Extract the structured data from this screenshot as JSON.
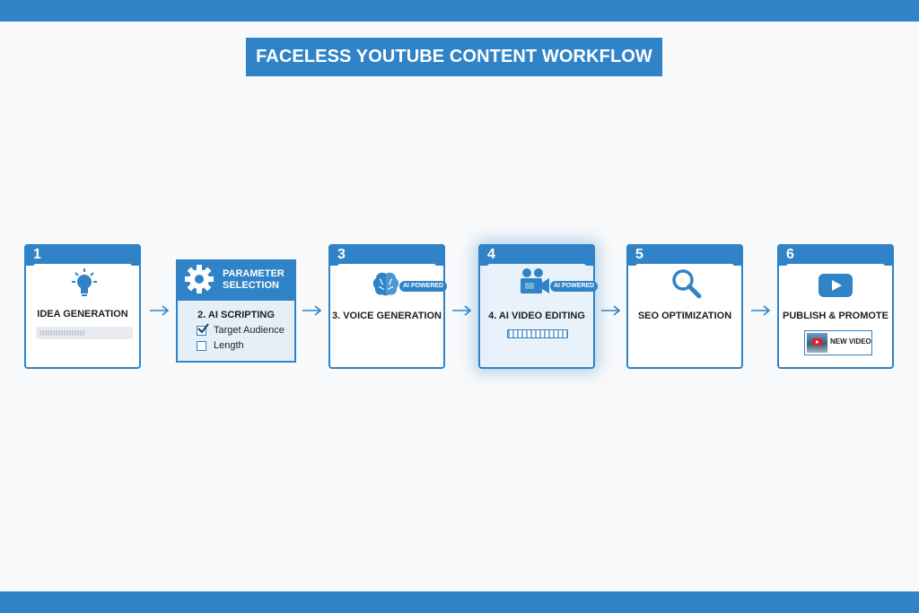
{
  "title": "FACELESS YOUTUBE CONTENT WORKFLOW",
  "accent_color": "#2f83c6",
  "steps": [
    {
      "number": "1",
      "label": "IDEA GENERATION",
      "icon": "lightbulb-icon"
    },
    {
      "header": "PARAMETER SELECTION",
      "label": "2. AI SCRIPTING",
      "icon": "gear-icon",
      "options": [
        {
          "label": "Target Audience",
          "checked": true
        },
        {
          "label": "Length",
          "checked": false
        }
      ]
    },
    {
      "number": "3",
      "label": "3. VOICE GENERATION",
      "icon": "brain-icon",
      "badge": "AI POWERED"
    },
    {
      "number": "4",
      "label": "4. AI VIDEO EDITING",
      "icon": "video-camera-icon",
      "badge": "AI POWERED",
      "highlighted": true
    },
    {
      "number": "5",
      "label": "SEO OPTIMIZATION",
      "icon": "magnifier-icon"
    },
    {
      "number": "6",
      "label": "PUBLISH & PROMOTE",
      "icon": "youtube-play-icon",
      "thumbnail_text": "NEW VIDEO"
    }
  ]
}
